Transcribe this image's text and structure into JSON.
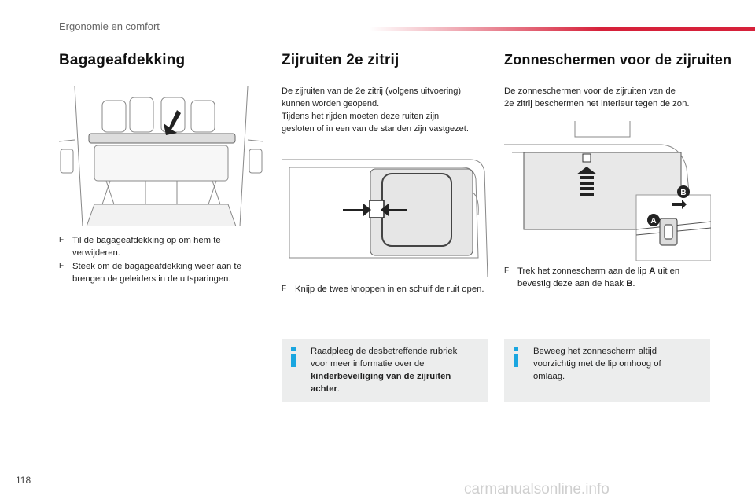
{
  "header": {
    "section": "Ergonomie en comfort"
  },
  "columns": [
    {
      "title": "Bagageafdekking",
      "bullets": [
        "Til de bagageafdekking op om hem te verwijderen.",
        "Steek om de bagageafdekking weer aan te brengen de geleiders in de uitsparingen."
      ]
    },
    {
      "title": "Zijruiten 2e zitrij",
      "intro": [
        "De zijruiten van de 2e zitrij (volgens uitvoering)",
        "kunnen worden geopend.",
        "Tijdens het rijden moeten deze ruiten zijn",
        "gesloten of in een van de standen zijn vastgezet."
      ],
      "bullets": [
        "Knijp de twee knoppen in en schuif de ruit open."
      ],
      "info": {
        "text": "Raadpleeg de desbetreffende rubriek voor meer informatie over de ",
        "bold": "kinderbeveiliging van de zijruiten achter",
        "end": "."
      }
    },
    {
      "title": "Zonneschermen voor de zijruiten",
      "intro": [
        "De zonneschermen voor de zijruiten van de",
        "2e zitrij beschermen het interieur tegen de zon."
      ],
      "bullet": {
        "pre": "Trek het zonnescherm aan de lip ",
        "a": "A",
        "mid": " uit en bevestig deze aan de haak ",
        "b": "B",
        "end": "."
      },
      "labels": {
        "a": "A",
        "b": "B"
      },
      "info": "Beweeg het zonnescherm altijd voorzichtig met de lip omhoog of omlaag."
    }
  ],
  "bullet_symbol": "F",
  "page_number": "118",
  "watermark": "carmanualsonline.info",
  "colors": {
    "accent_red": "#d6213a",
    "info_blue": "#1aa6e0",
    "info_bg": "#eceded"
  }
}
